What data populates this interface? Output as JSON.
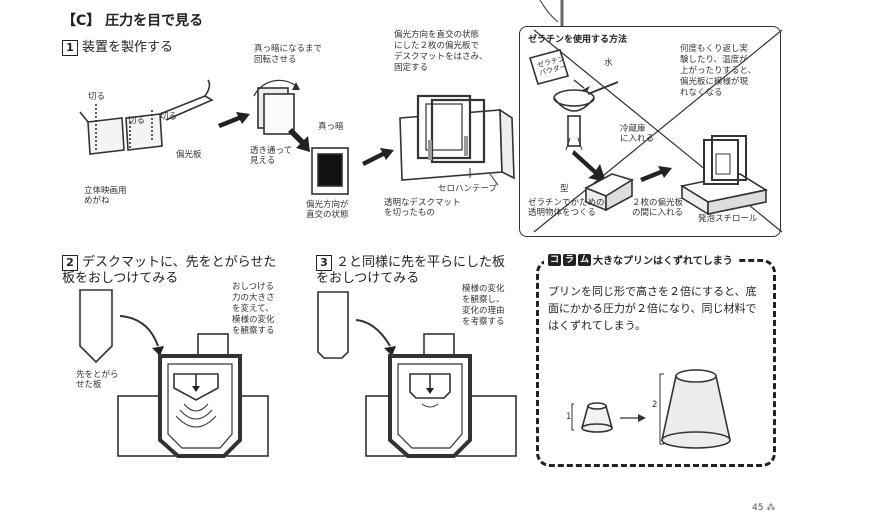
{
  "section": {
    "title": "【C】 圧力を目で見る"
  },
  "step1": {
    "num": "1",
    "title": "装置を製作する",
    "label_rotate": "真っ暗になるまで\n回転させる",
    "label_cut1": "切る",
    "label_cut2": "切る",
    "label_cut3": "切る",
    "label_polarizer": "偏光板",
    "label_glasses": "立体映画用\nめがね",
    "label_transparent": "透き通って\n見える",
    "label_dark": "真っ暗",
    "label_crossed": "偏光方向が\n直交の状態",
    "label_sandwich": "偏光方向を直交の状態\nにした２枚の偏光板で\nデスクマットをはさみ、\n固定する",
    "label_tape": "セロハンテープ",
    "label_deskmat": "透明なデスクマット\nを切ったもの"
  },
  "gelatin": {
    "title": "ゼラチンを使用する方法",
    "label_pack": "ゼラチン\nパウダー",
    "label_water": "水",
    "label_fridge": "冷蔵庫\nに入れる",
    "label_mold": "型",
    "label_make": "ゼラチンでかための\n透明物体をつくる",
    "label_between": "２枚の偏光板\nの間に入れる",
    "label_styro": "発泡スチロール",
    "label_note": "何度もくり返し実\n験したり、温度が\n上がったりすると、\n偏光板に模様が現\nれなくなる"
  },
  "step2": {
    "num": "2",
    "title": "デスクマットに、先をとがらせた\n板をおしつけてみる",
    "label_force": "おしつける\n力の大きさ\nを変えて、\n模様の変化\nを観察する",
    "label_plate": "先をとがら\nせた板"
  },
  "step3": {
    "num": "3",
    "title": "２と同様に先を平らにした板\nをおしつけてみる",
    "label_observe": "模様の変化\nを観察し、\n変化の理由\nを考察する"
  },
  "column": {
    "badge1": "コ",
    "badge2": "ラ",
    "badge3": "ム",
    "title": "大きなプリンはくずれてしまう",
    "text": "プリンを同じ形で高さを２倍にすると、底面にかかる圧力が２倍になり、同じ材料ではくずれてしまう。",
    "scale1": "1",
    "scale2": "2"
  },
  "footer": {
    "page": "45 ⁂"
  }
}
